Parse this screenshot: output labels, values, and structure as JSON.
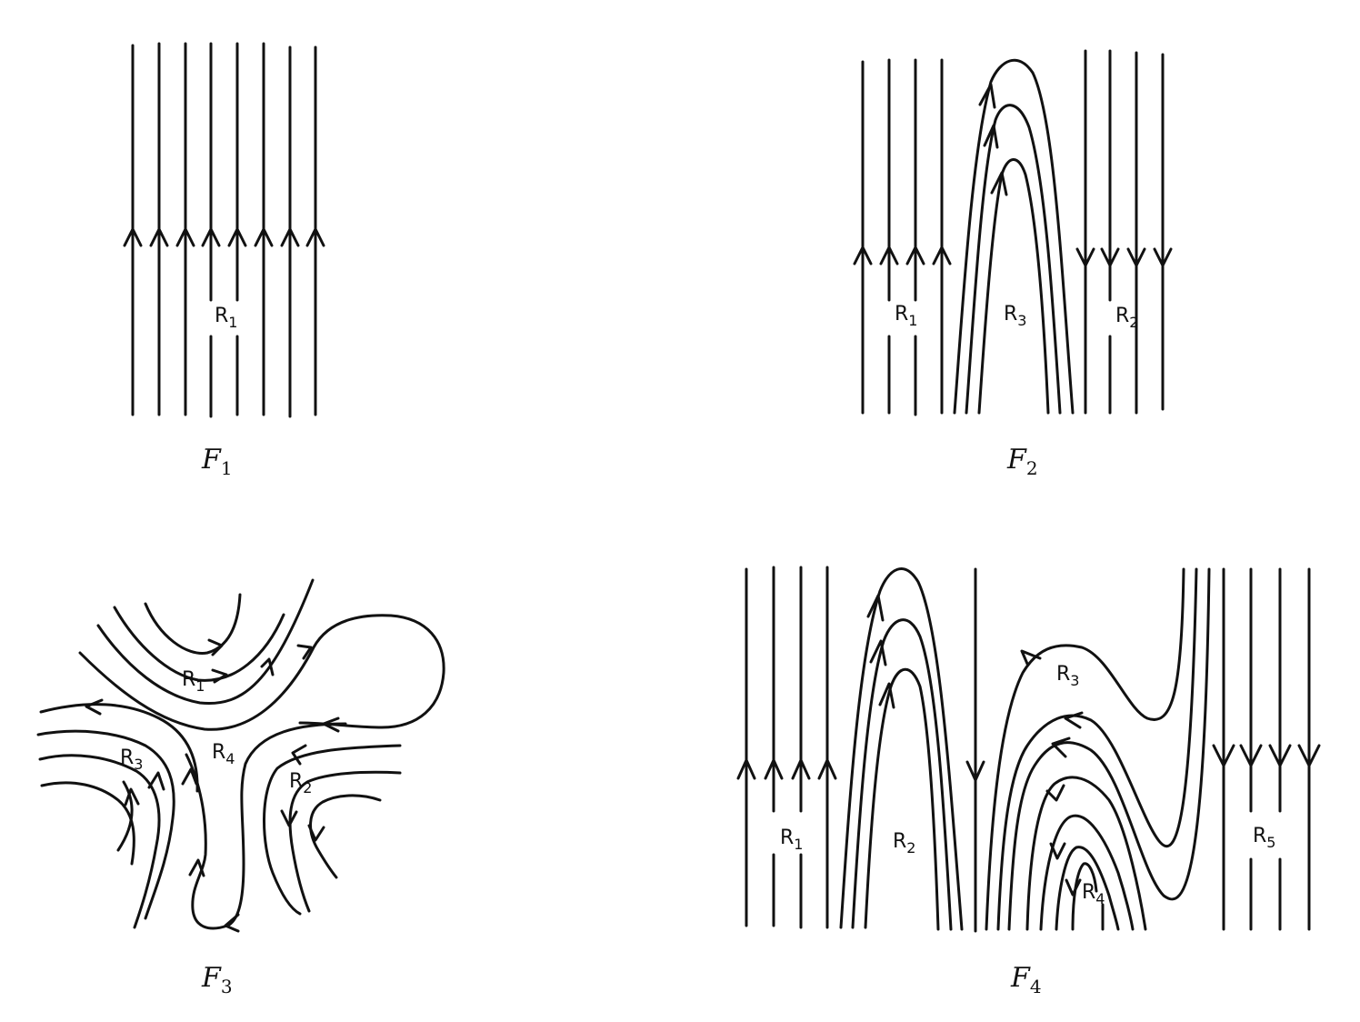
{
  "panels": [
    {
      "id": "F1",
      "caption": {
        "letter": "F",
        "index": "1"
      },
      "regions": [
        {
          "letter": "R",
          "index": "1"
        }
      ]
    },
    {
      "id": "F2",
      "caption": {
        "letter": "F",
        "index": "2"
      },
      "regions": [
        {
          "letter": "R",
          "index": "1"
        },
        {
          "letter": "R",
          "index": "3"
        },
        {
          "letter": "R",
          "index": "2"
        }
      ]
    },
    {
      "id": "F3",
      "caption": {
        "letter": "F",
        "index": "3"
      },
      "regions": [
        {
          "letter": "R",
          "index": "1"
        },
        {
          "letter": "R",
          "index": "4"
        },
        {
          "letter": "R",
          "index": "3"
        },
        {
          "letter": "R",
          "index": "2"
        }
      ]
    },
    {
      "id": "F4",
      "caption": {
        "letter": "F",
        "index": "4"
      },
      "regions": [
        {
          "letter": "R",
          "index": "1"
        },
        {
          "letter": "R",
          "index": "2"
        },
        {
          "letter": "R",
          "index": "3"
        },
        {
          "letter": "R",
          "index": "4"
        },
        {
          "letter": "R",
          "index": "5"
        }
      ]
    }
  ],
  "style": {
    "ink": "#111111",
    "background": "#ffffff"
  }
}
